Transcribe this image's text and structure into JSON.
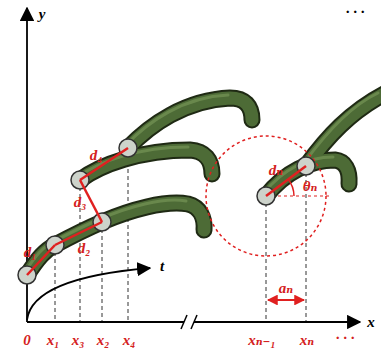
{
  "diagram": {
    "labels": [
      "y",
      "t",
      "x",
      "0",
      "x₁",
      "x₃",
      "x₂",
      "x₄",
      "xₙ₋₁",
      "xₙ",
      "· · ·",
      "aₙ",
      "d₁",
      "d₂",
      "d₃",
      "d₄",
      "dₙ",
      "θₙ",
      "· · ·"
    ]
  }
}
